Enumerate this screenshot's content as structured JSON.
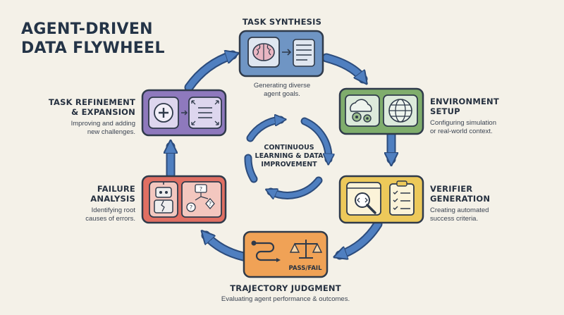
{
  "title": {
    "line1": "AGENT-DRIVEN",
    "line2": "DATA FLYWHEEL"
  },
  "center": {
    "line1": "CONTINUOUS",
    "line2": "LEARNING & DATA",
    "line3": "IMPROVEMENT"
  },
  "stages": [
    {
      "id": "task-synthesis",
      "title": "TASK SYNTHESIS",
      "desc1": "Generating diverse",
      "desc2": "agent goals.",
      "color": "#6f95c4"
    },
    {
      "id": "environment-setup",
      "title1": "ENVIRONMENT",
      "title2": "SETUP",
      "desc1": "Configuring simulation",
      "desc2": "or real-world context.",
      "color": "#7fad6c"
    },
    {
      "id": "verifier-generation",
      "title1": "VERIFIER",
      "title2": "GENERATION",
      "desc1": "Creating automated",
      "desc2": "success criteria.",
      "color": "#edc95a"
    },
    {
      "id": "trajectory-judgment",
      "title": "TRAJECTORY JUDGMENT",
      "desc": "Evaluating agent performance & outcomes.",
      "badge": "PASS/FAIL",
      "color": "#f0a256"
    },
    {
      "id": "failure-analysis",
      "title1": "FAILURE",
      "title2": "ANALYSIS",
      "desc1": "Identifying root",
      "desc2": "causes of errors.",
      "color": "#e06f63"
    },
    {
      "id": "task-refinement",
      "title1": "TASK REFINEMENT",
      "title2": "& EXPANSION",
      "desc1": "Improving and adding",
      "desc2": "new challenges.",
      "color": "#8e79bd"
    }
  ],
  "colors": {
    "arrow": "#4f7fc0",
    "arrow_outline": "#2c4c7c",
    "outline": "#2f3a4a",
    "background": "#f4f1e8"
  },
  "icons": [
    "brain-icon",
    "cloud-gears-icon",
    "globe-icon",
    "code-magnifier-icon",
    "checklist-icon",
    "route-icon",
    "scales-icon",
    "robot-icon",
    "decision-flow-icon",
    "plus-circle-icon",
    "expand-list-icon"
  ]
}
